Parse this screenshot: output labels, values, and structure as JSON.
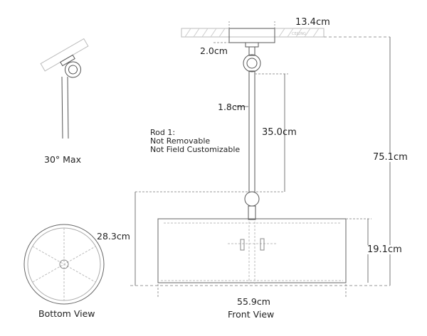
{
  "dimensions": {
    "canopy_width": "13.4cm",
    "canopy_height": "2.0cm",
    "rod_diameter": "1.8cm",
    "rod_length": "35.0cm",
    "overall_height": "75.1cm",
    "fixture_height": "28.3cm",
    "shade_height": "19.1cm",
    "shade_width": "55.9cm"
  },
  "notes": {
    "rod_line1": "Rod 1:",
    "rod_line2": "Not Removable",
    "rod_line3": "Not Field Customizable",
    "ceiling": "CEILING",
    "tilt": "30° Max"
  },
  "views": {
    "bottom": "Bottom View",
    "front": "Front View"
  }
}
